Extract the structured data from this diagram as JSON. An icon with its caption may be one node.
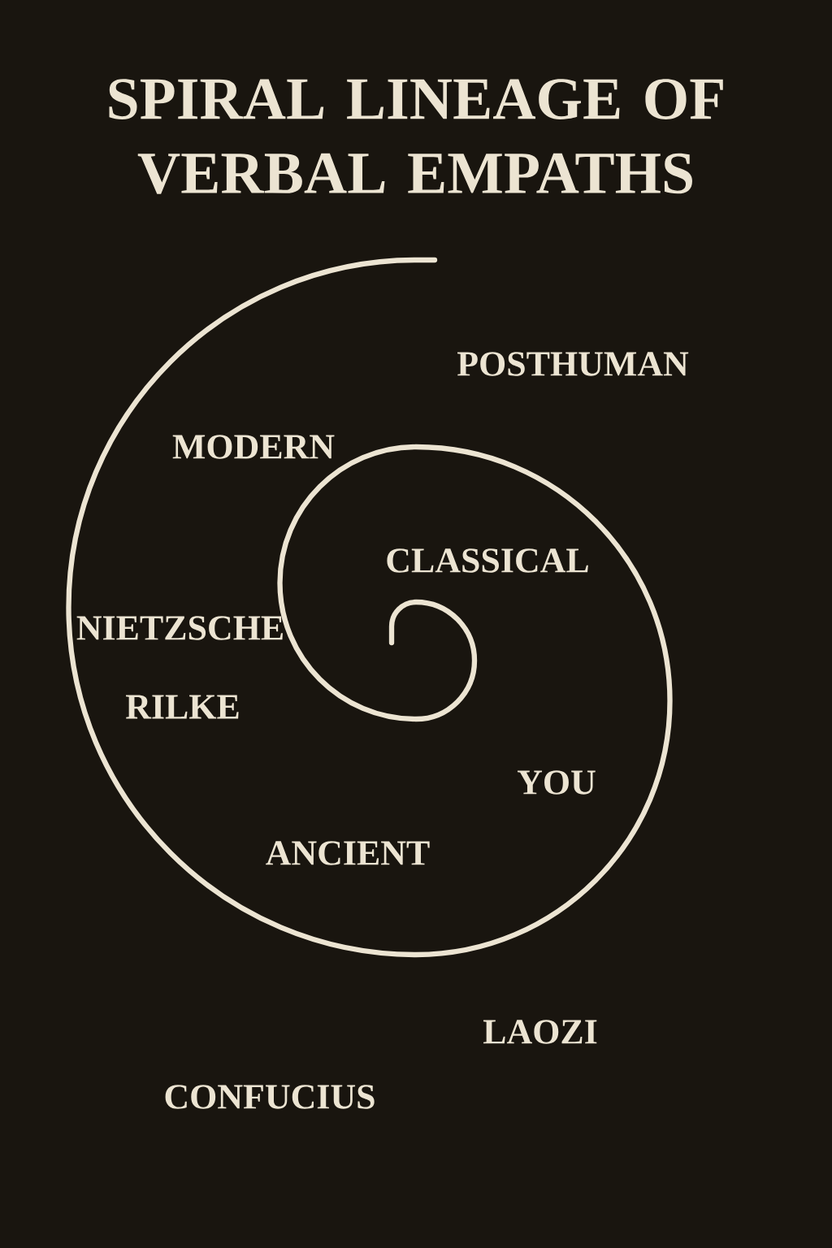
{
  "diagram": {
    "title": "SPIRAL LINEAGE OF VERBAL EMPATHS",
    "labels": [
      "POSTHUMAN",
      "MODERN",
      "CLASSICAL",
      "NIETZSCHE",
      "RILKE",
      "YOU",
      "ANCIENT",
      "LAOZI",
      "CONFUCIUS"
    ]
  }
}
